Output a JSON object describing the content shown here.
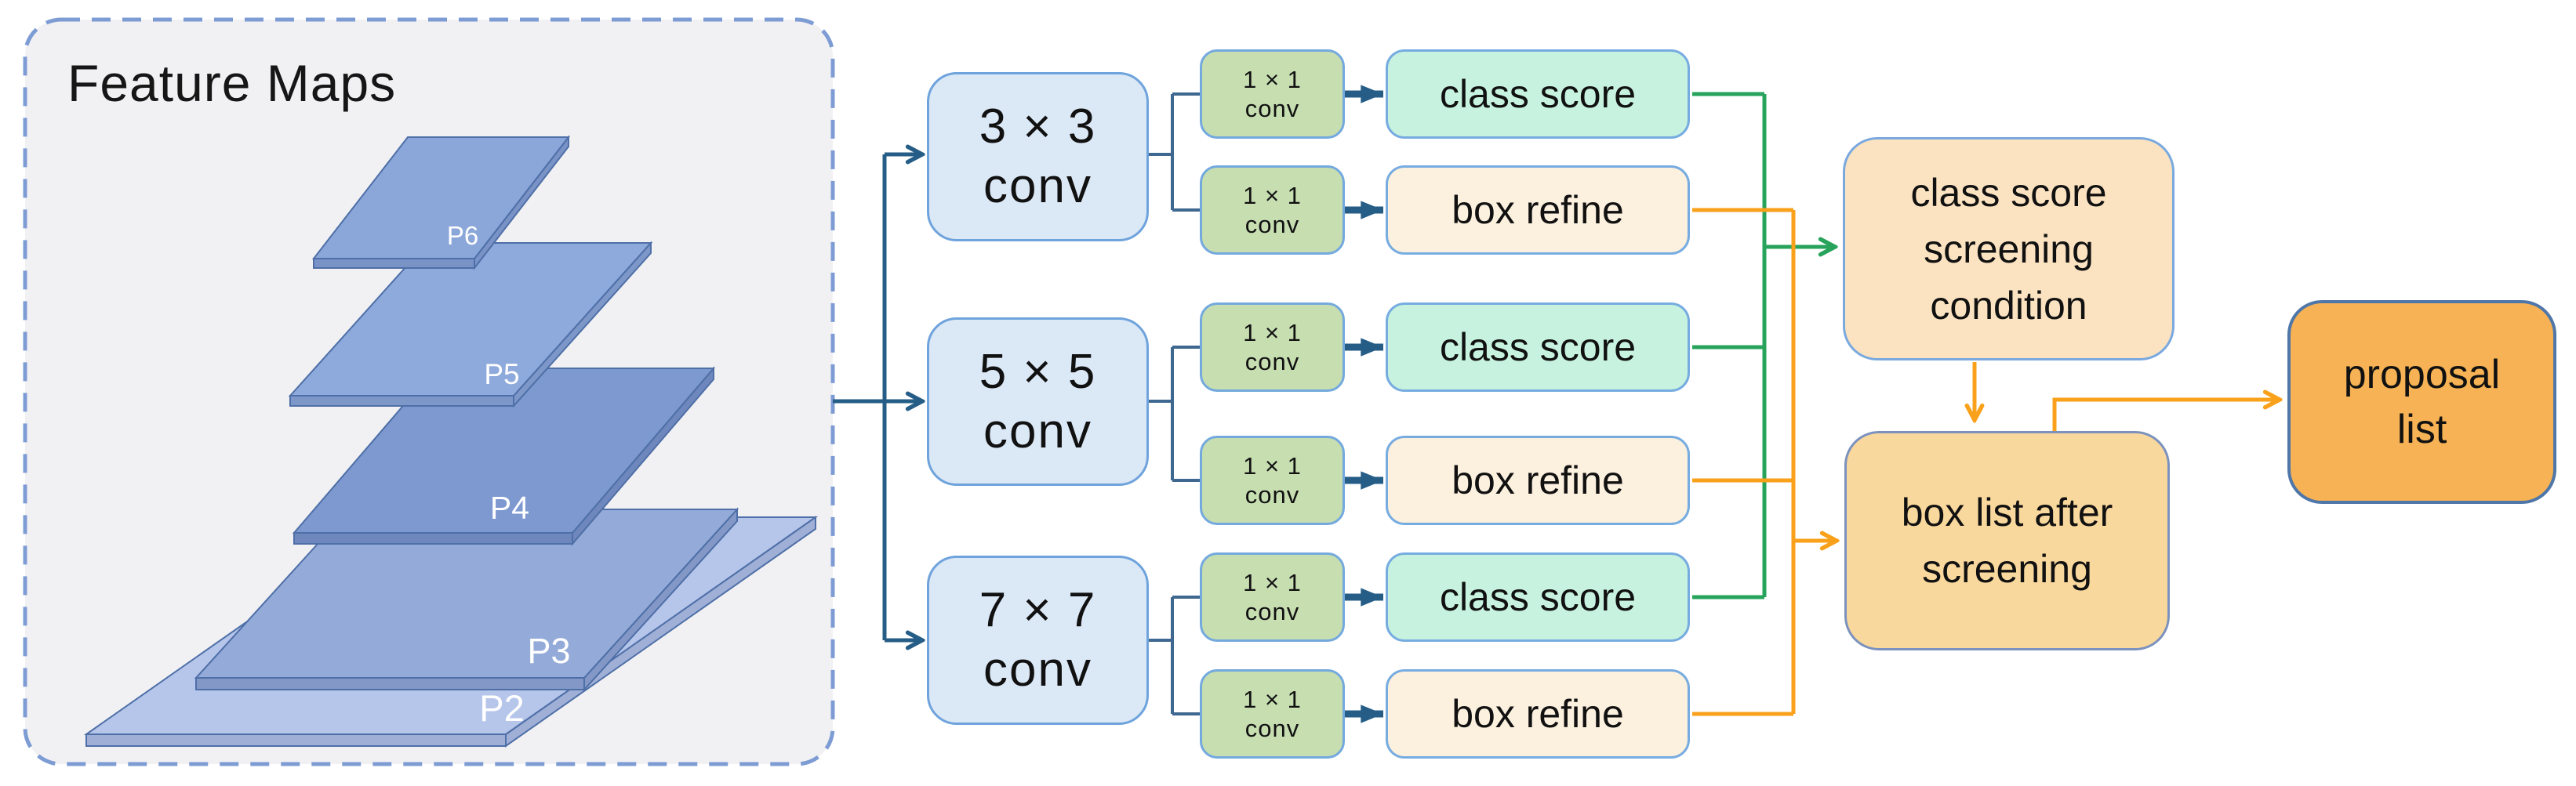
{
  "panel": {
    "title": "Feature Maps"
  },
  "pyramid_layers": [
    {
      "label": "P6"
    },
    {
      "label": "P5"
    },
    {
      "label": "P4"
    },
    {
      "label": "P3"
    },
    {
      "label": "P2"
    }
  ],
  "rows": [
    {
      "kernel": "3 × 3",
      "kernel_word": "conv",
      "cls_head": {
        "line1": "1 × 1",
        "line2": "conv"
      },
      "box_head": {
        "line1": "1 × 1",
        "line2": "conv"
      },
      "cls_out": "class score",
      "box_out": "box refine"
    },
    {
      "kernel": "5 × 5",
      "kernel_word": "conv",
      "cls_head": {
        "line1": "1 × 1",
        "line2": "conv"
      },
      "box_head": {
        "line1": "1 × 1",
        "line2": "conv"
      },
      "cls_out": "class score",
      "box_out": "box refine"
    },
    {
      "kernel": "7 × 7",
      "kernel_word": "conv",
      "cls_head": {
        "line1": "1 × 1",
        "line2": "conv"
      },
      "box_head": {
        "line1": "1 × 1",
        "line2": "conv"
      },
      "cls_out": "class score",
      "box_out": "box refine"
    }
  ],
  "outputs": {
    "screening": {
      "line1": "class score",
      "line2": "screening",
      "line3": "condition"
    },
    "box_list": {
      "line1": "box list after",
      "line2": "screening"
    },
    "proposal": {
      "line1": "proposal",
      "line2": "list"
    }
  },
  "colors": {
    "panel_fill": "#F1F1F3",
    "panel_dash_border": "#7E9CD4",
    "conv_fill": "#DBE8F6",
    "conv_border": "#6FA3DC",
    "conv1x1_fill": "#C7DEB1",
    "class_score_fill": "#C7F2DF",
    "box_refine_fill": "#FCF0DE",
    "screening_fill": "#FBE3C1",
    "box_list_fill": "#F9D89D",
    "proposal_fill": "#F6B254",
    "arrow_blue": "#255D87",
    "arrow_green": "#27A35C",
    "arrow_orange": "#F9A11B",
    "slab_p6": "#8BA6D9",
    "slab_p5": "#8EA9DB",
    "slab_p4": "#7D99CF",
    "slab_p3": "#94ABD9",
    "slab_p2": "#B6C5EA"
  }
}
